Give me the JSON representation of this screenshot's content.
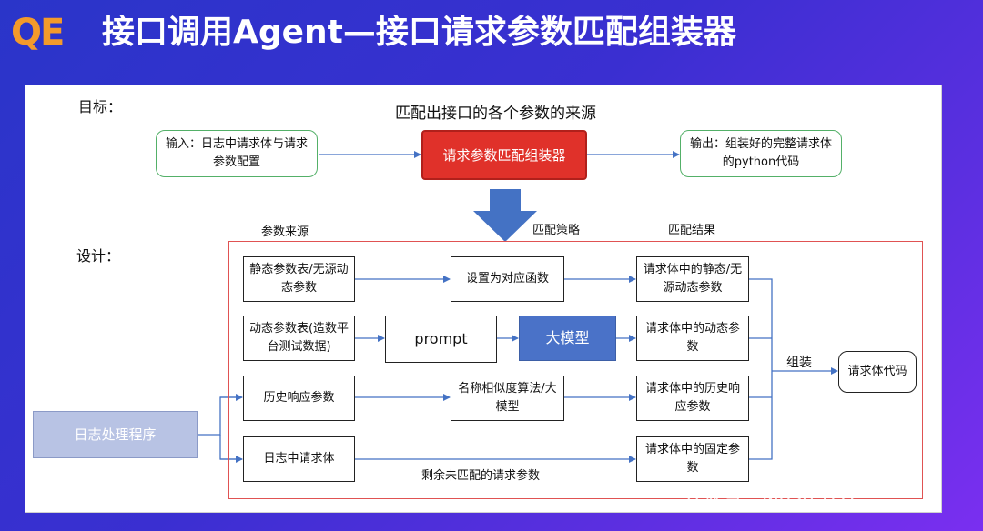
{
  "header": {
    "logo_text": "QE",
    "title": "接口调用Agent—接口请求参数匹配组装器"
  },
  "goal": {
    "label": "目标：",
    "subtitle": "匹配出接口的各个参数的来源",
    "input_box": "输入：日志中请求体与请求参数配置",
    "center_box": "请求参数匹配组装器",
    "output_box": "输出：组装好的完整请求体的python代码"
  },
  "design": {
    "label": "设计：",
    "col_source": "参数来源",
    "col_strategy": "匹配策略",
    "col_result": "匹配结果",
    "log_program": "日志处理程序",
    "sources": [
      "静态参数表/无源动态参数",
      "动态参数表(造数平台测试数据)",
      "历史响应参数",
      "日志中请求体"
    ],
    "strategies": {
      "set_func": "设置为对应函数",
      "prompt": "prompt",
      "llm": "大模型",
      "name_sim": "名称相似度算法/大模型",
      "remaining": "剩余未匹配的请求参数"
    },
    "results": [
      "请求体中的静态/无源动态参数",
      "请求体中的动态参数",
      "请求体中的历史响应参数",
      "请求体中的固定参数"
    ],
    "assemble_label": "组装",
    "final_box": "请求体代码"
  },
  "watermark": "公众号 · MasterLU",
  "colors": {
    "accent_red": "#e0312a",
    "llm_blue": "#4a72c8",
    "log_box_blue": "#b8c3e4",
    "arrow_blue": "#4472c4",
    "frame_red": "#e05252",
    "green_border": "#53b068",
    "logo_orange": "#f39a2b"
  }
}
